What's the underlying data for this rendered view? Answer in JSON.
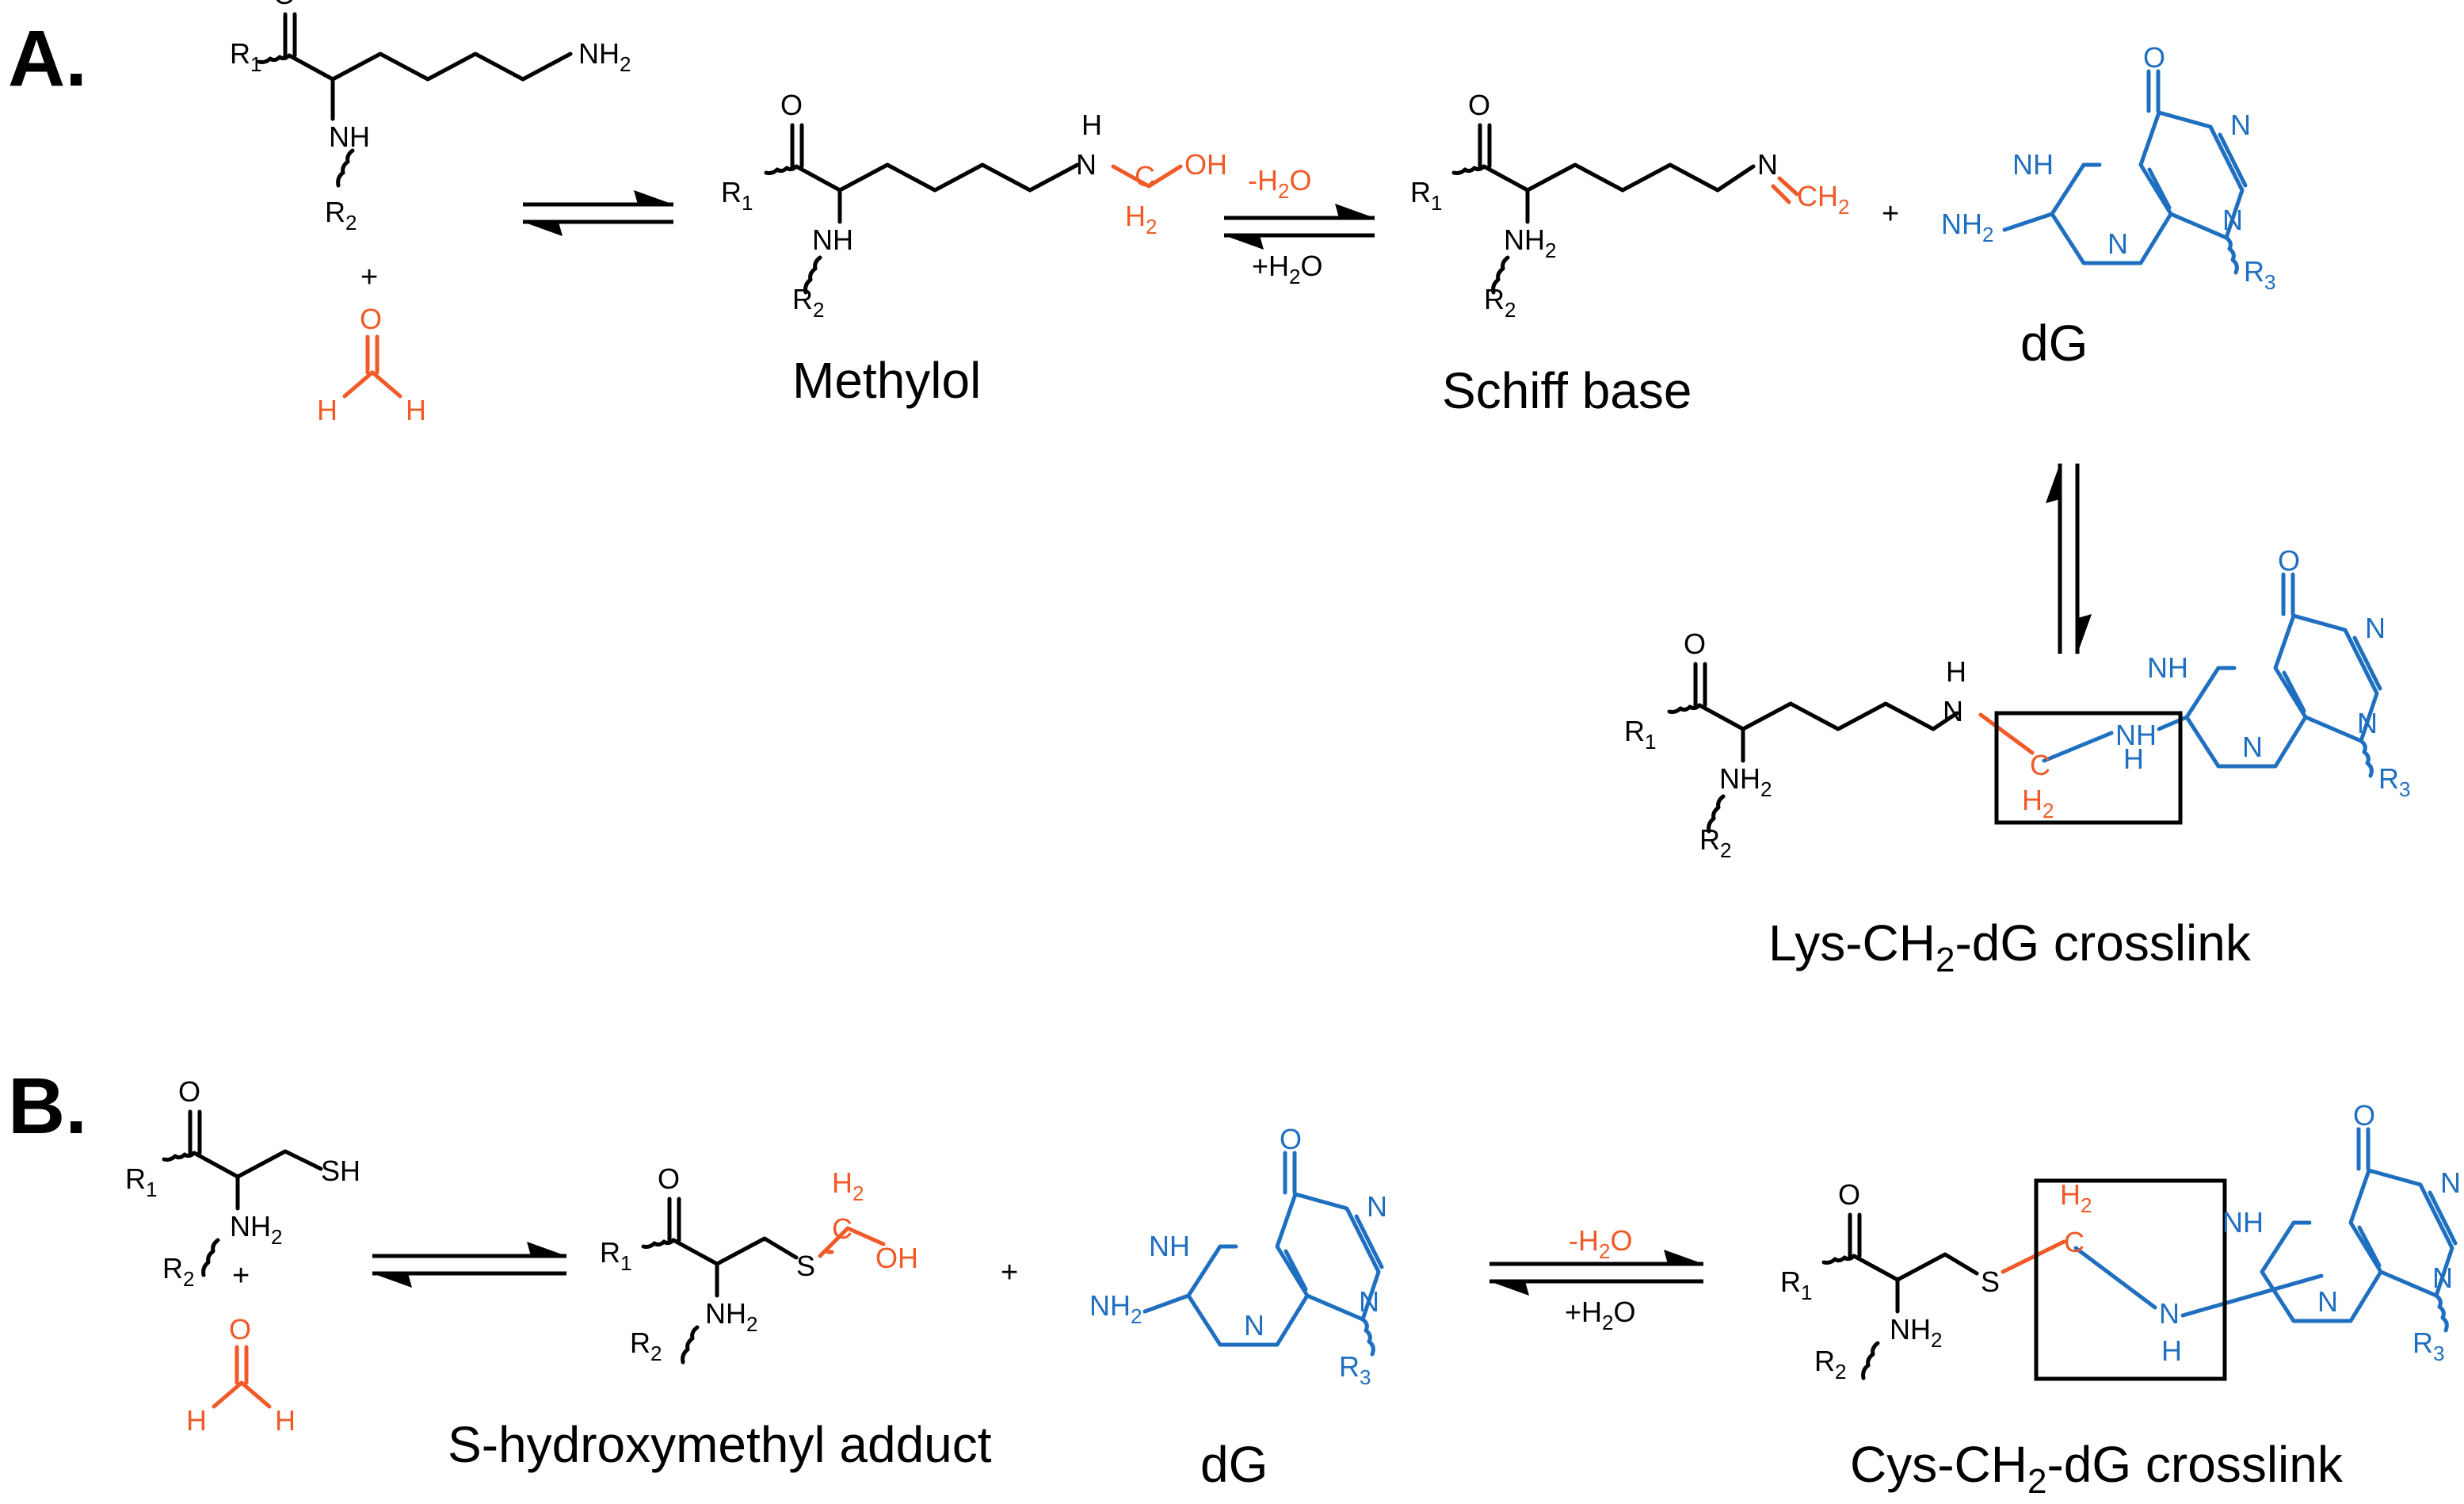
{
  "colors": {
    "black": "#000000",
    "formaldehyde": "#f05a28",
    "guanine": "#1f6fc0"
  },
  "sections": {
    "a": "A.",
    "b": "B."
  },
  "atoms": {
    "O": "O",
    "NH": "NH",
    "N": "N",
    "H": "H",
    "S": "S",
    "SH": "SH",
    "OH": "OH",
    "NH2": "NH",
    "N_amine": "NH",
    "CH2_C": "CH",
    "C": "C",
    "plus": "+",
    "R": "R",
    "two": "2",
    "one": "1",
    "three": "3",
    "H2": "H"
  },
  "conditions": {
    "minus_water": "-H",
    "plus_water": "+H",
    "water_tail": "O",
    "sub2": "2"
  },
  "labels": {
    "methylol": "Methylol",
    "schiff": "Schiff base",
    "dg": "dG",
    "lys_pre": "Lys-CH",
    "lys_post": "-dG crosslink",
    "adduct": "S-hydroxymethyl adduct",
    "cys_pre": "Cys-CH",
    "cys_post": "-dG crosslink",
    "sub2": "2"
  }
}
